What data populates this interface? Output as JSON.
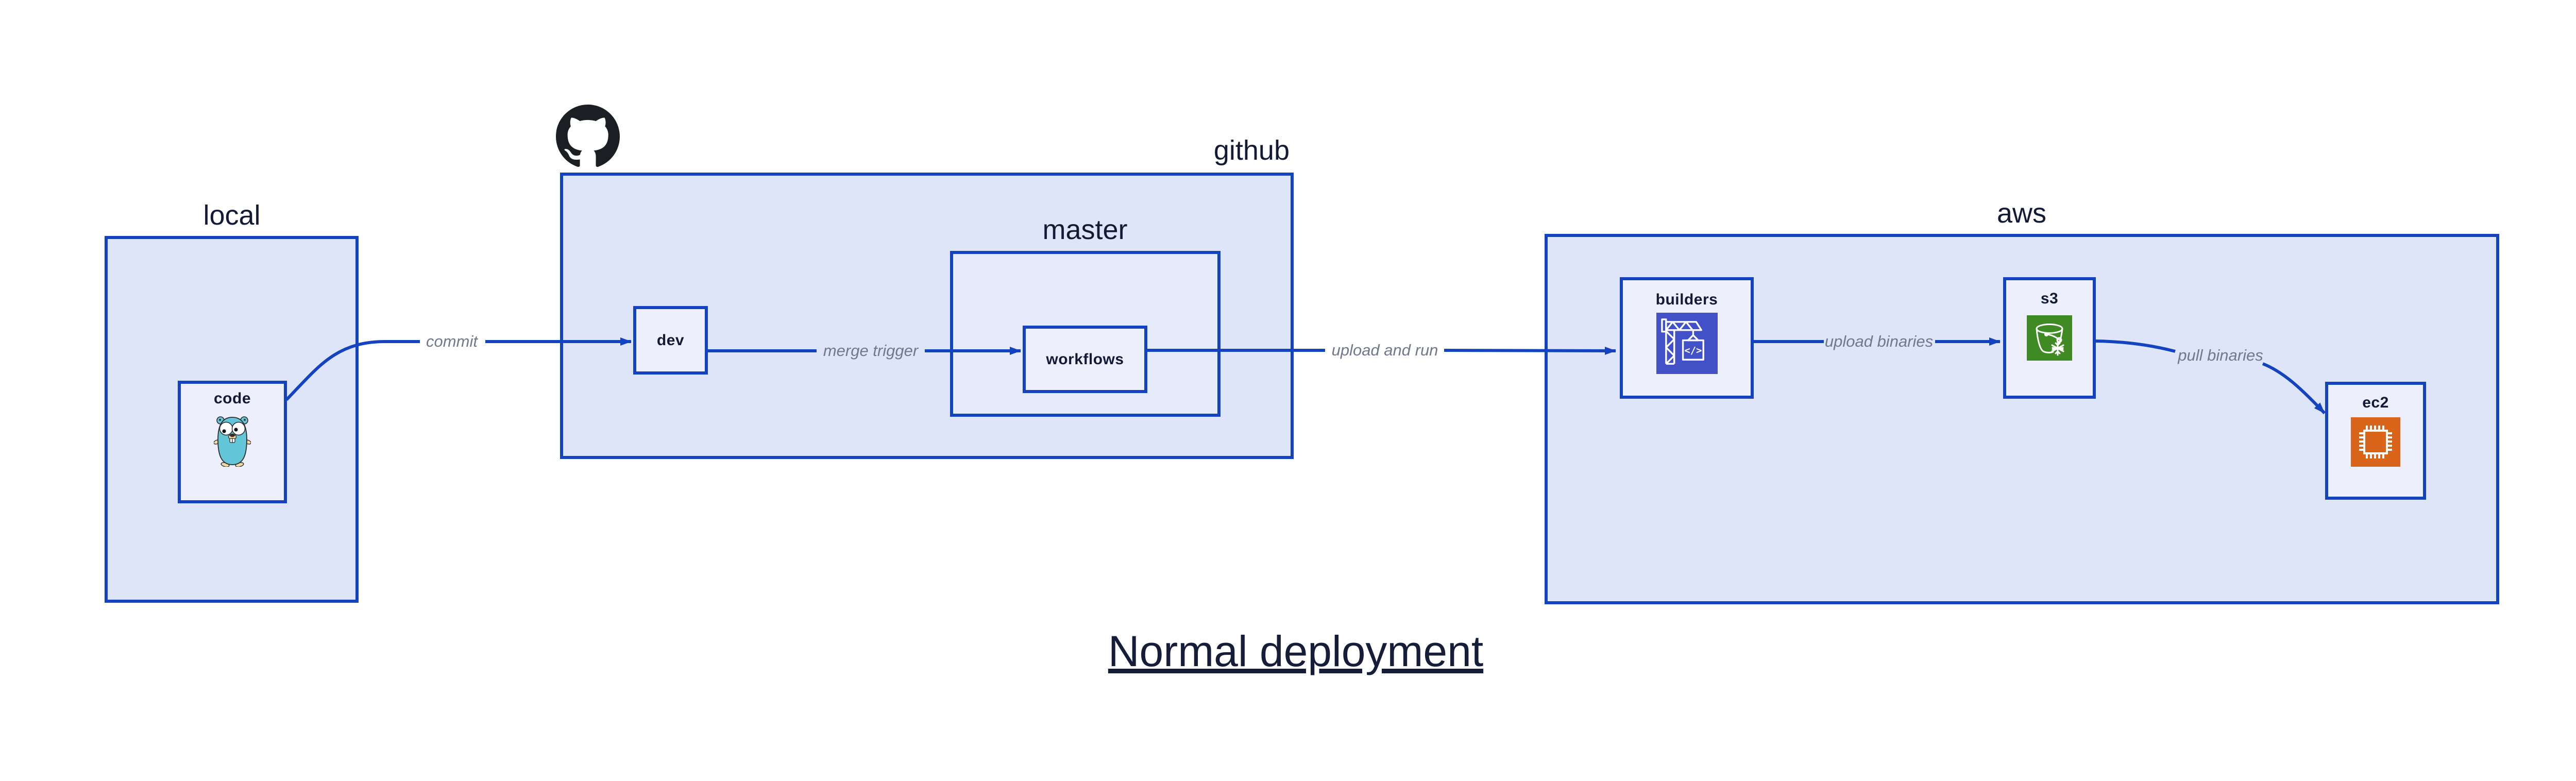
{
  "title": "Normal deployment",
  "groups": {
    "local": {
      "label": "local"
    },
    "github": {
      "label": "github"
    },
    "master": {
      "label": "master"
    },
    "aws": {
      "label": "aws"
    }
  },
  "nodes": {
    "code": {
      "label": "code",
      "icon": "gopher-icon"
    },
    "dev": {
      "label": "dev"
    },
    "workflows": {
      "label": "workflows"
    },
    "builders": {
      "label": "builders",
      "icon": "codebuild-crane-icon"
    },
    "s3": {
      "label": "s3",
      "icon": "s3-glacier-bucket-icon"
    },
    "ec2": {
      "label": "ec2",
      "icon": "ec2-chip-icon"
    }
  },
  "edges": [
    {
      "label": "commit",
      "from": "code",
      "to": "dev"
    },
    {
      "label": "merge trigger",
      "from": "dev",
      "to": "workflows"
    },
    {
      "label": "upload and run",
      "from": "workflows",
      "to": "builders"
    },
    {
      "label": "upload binaries",
      "from": "builders",
      "to": "s3"
    },
    {
      "label": "pull binaries",
      "from": "s3",
      "to": "ec2"
    }
  ],
  "icons": {
    "brand": "github-octocat-icon"
  },
  "colors": {
    "stroke_blue": "#1443c0",
    "group_fill": "#dee5f8",
    "node_fill": "#edf0fc",
    "dark_text": "#121a36",
    "edge_label_gray": "#71788b",
    "octocat_black": "#1b1f23",
    "codebuild_indigo": "#4351c8",
    "s3_green": "#3f8a23",
    "ec2_orange": "#d8651a",
    "gopher_teal": "#63c6d8",
    "gopher_tan": "#f2d7a7"
  }
}
